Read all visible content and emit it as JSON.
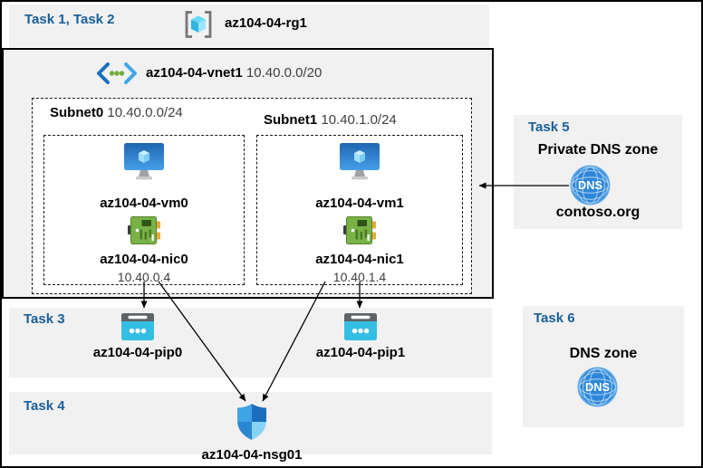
{
  "colors": {
    "task_label_blue": "#185F9B",
    "panel_gray": "#F1F1F1",
    "arrow_black": "#000000",
    "dns_globe_blue": "#2E86D8",
    "pip_cyan": "#35BEE4",
    "nic_green": "#79B347"
  },
  "header": {
    "tasks_label": "Task 1, Task 2",
    "resource_group": "az104-04-rg1"
  },
  "vnet": {
    "name": "az104-04-vnet1",
    "cidr": "10.40.0.0/20",
    "subnets": [
      {
        "name": "Subnet0",
        "cidr": "10.40.0.0/24",
        "vm": "az104-04-vm0",
        "nic": "az104-04-nic0",
        "ip": "10.40.0.4"
      },
      {
        "name": "Subnet1",
        "cidr": "10.40.1.0/24",
        "vm": "az104-04-vm1",
        "nic": "az104-04-nic1",
        "ip": "10.40.1.4"
      }
    ]
  },
  "task3": {
    "label": "Task 3",
    "pip0": "az104-04-pip0",
    "pip1": "az104-04-pip1"
  },
  "task4": {
    "label": "Task 4",
    "nsg": "az104-04-nsg01"
  },
  "task5": {
    "label": "Task 5",
    "title": "Private DNS zone",
    "zone": "contoso.org"
  },
  "task6": {
    "label": "Task 6",
    "title": "DNS zone"
  },
  "icons": {
    "dns_text": "DNS"
  }
}
